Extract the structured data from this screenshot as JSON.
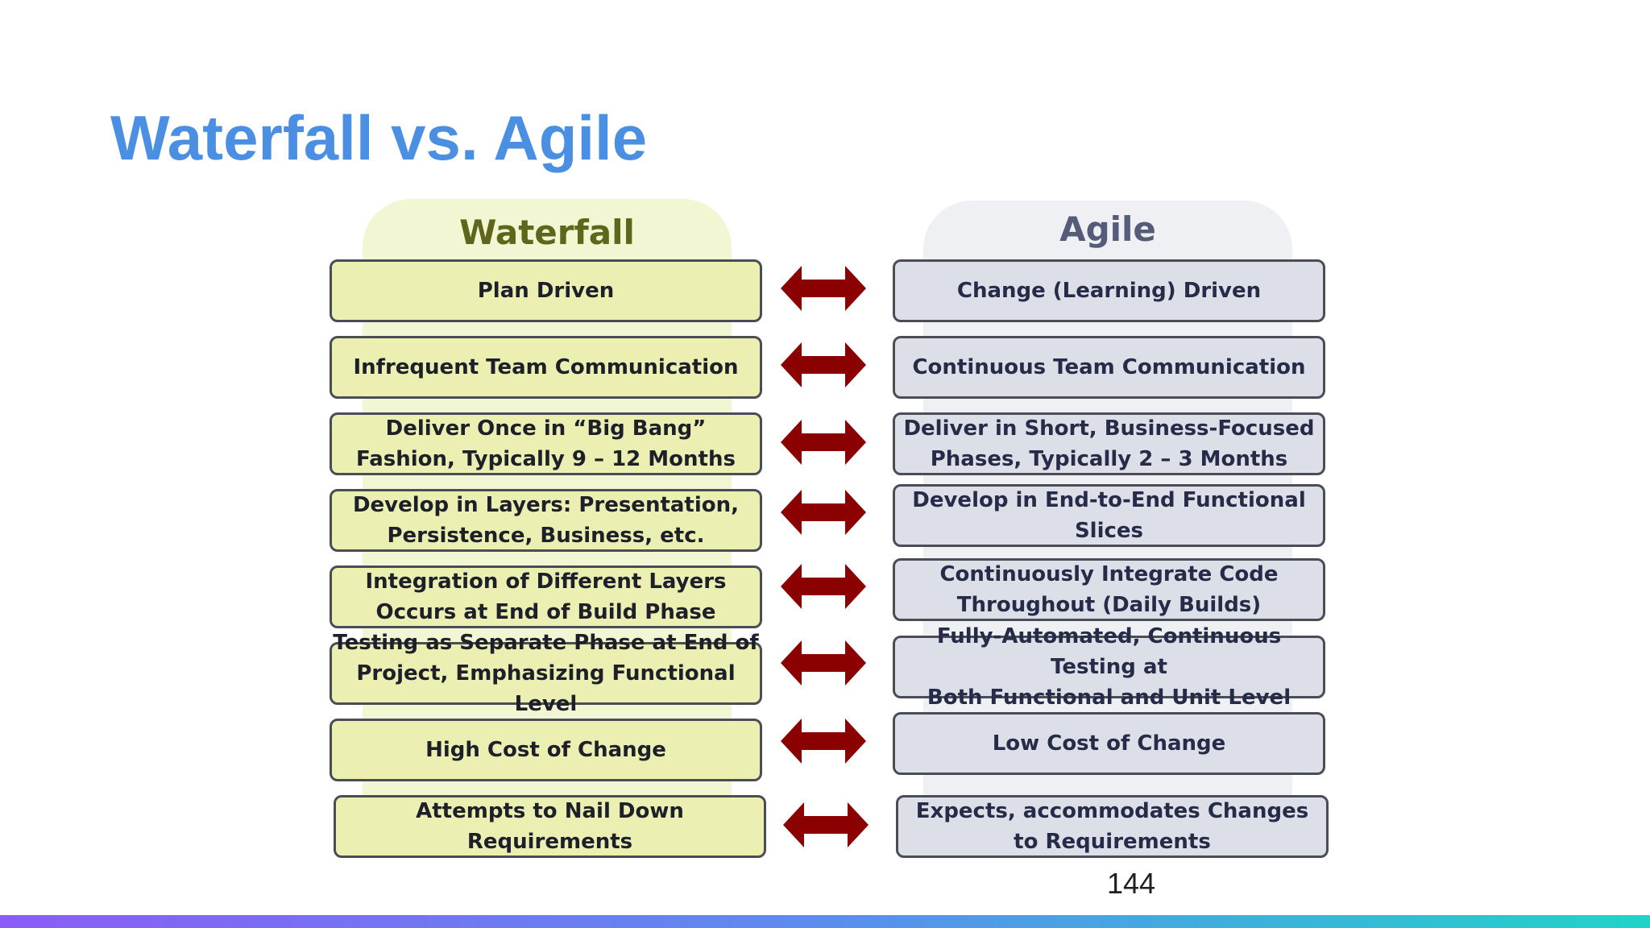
{
  "slide": {
    "title": "Waterfall vs. Agile",
    "page_number": "144"
  },
  "columns": {
    "left_header": "Waterfall",
    "right_header": "Agile"
  },
  "colors": {
    "title": "#4a8fe2",
    "waterfall_header": "#5d661b",
    "agile_header": "#545c78",
    "waterfall_box": "#ebefb2",
    "agile_box": "#dddfe8",
    "arrow": "#8b0000"
  },
  "rows": [
    {
      "waterfall": "Plan Driven",
      "agile": "Change (Learning) Driven"
    },
    {
      "waterfall": "Infrequent Team Communication",
      "agile": "Continuous Team Communication"
    },
    {
      "waterfall": "Deliver Once in “Big Bang”\nFashion, Typically 9 – 12 Months",
      "agile": "Deliver in Short, Business-Focused\nPhases, Typically 2 – 3 Months"
    },
    {
      "waterfall": "Develop in Layers: Presentation,\nPersistence, Business, etc.",
      "agile": "Develop in End-to-End Functional Slices"
    },
    {
      "waterfall": "Integration of Different Layers\nOccurs at End of Build Phase",
      "agile": "Continuously Integrate Code\nThroughout (Daily Builds)"
    },
    {
      "waterfall": "Testing as Separate Phase at End of\nProject, Emphasizing Functional Level",
      "agile": "Fully-Automated, Continuous Testing at\nBoth Functional and Unit Level"
    },
    {
      "waterfall": "High Cost of Change",
      "agile": "Low Cost of Change"
    },
    {
      "waterfall": "Attempts to Nail Down Requirements",
      "agile": "Expects, accommodates Changes\nto Requirements"
    }
  ],
  "icons": {
    "comparison_arrow": "double-headed-arrow-icon"
  }
}
